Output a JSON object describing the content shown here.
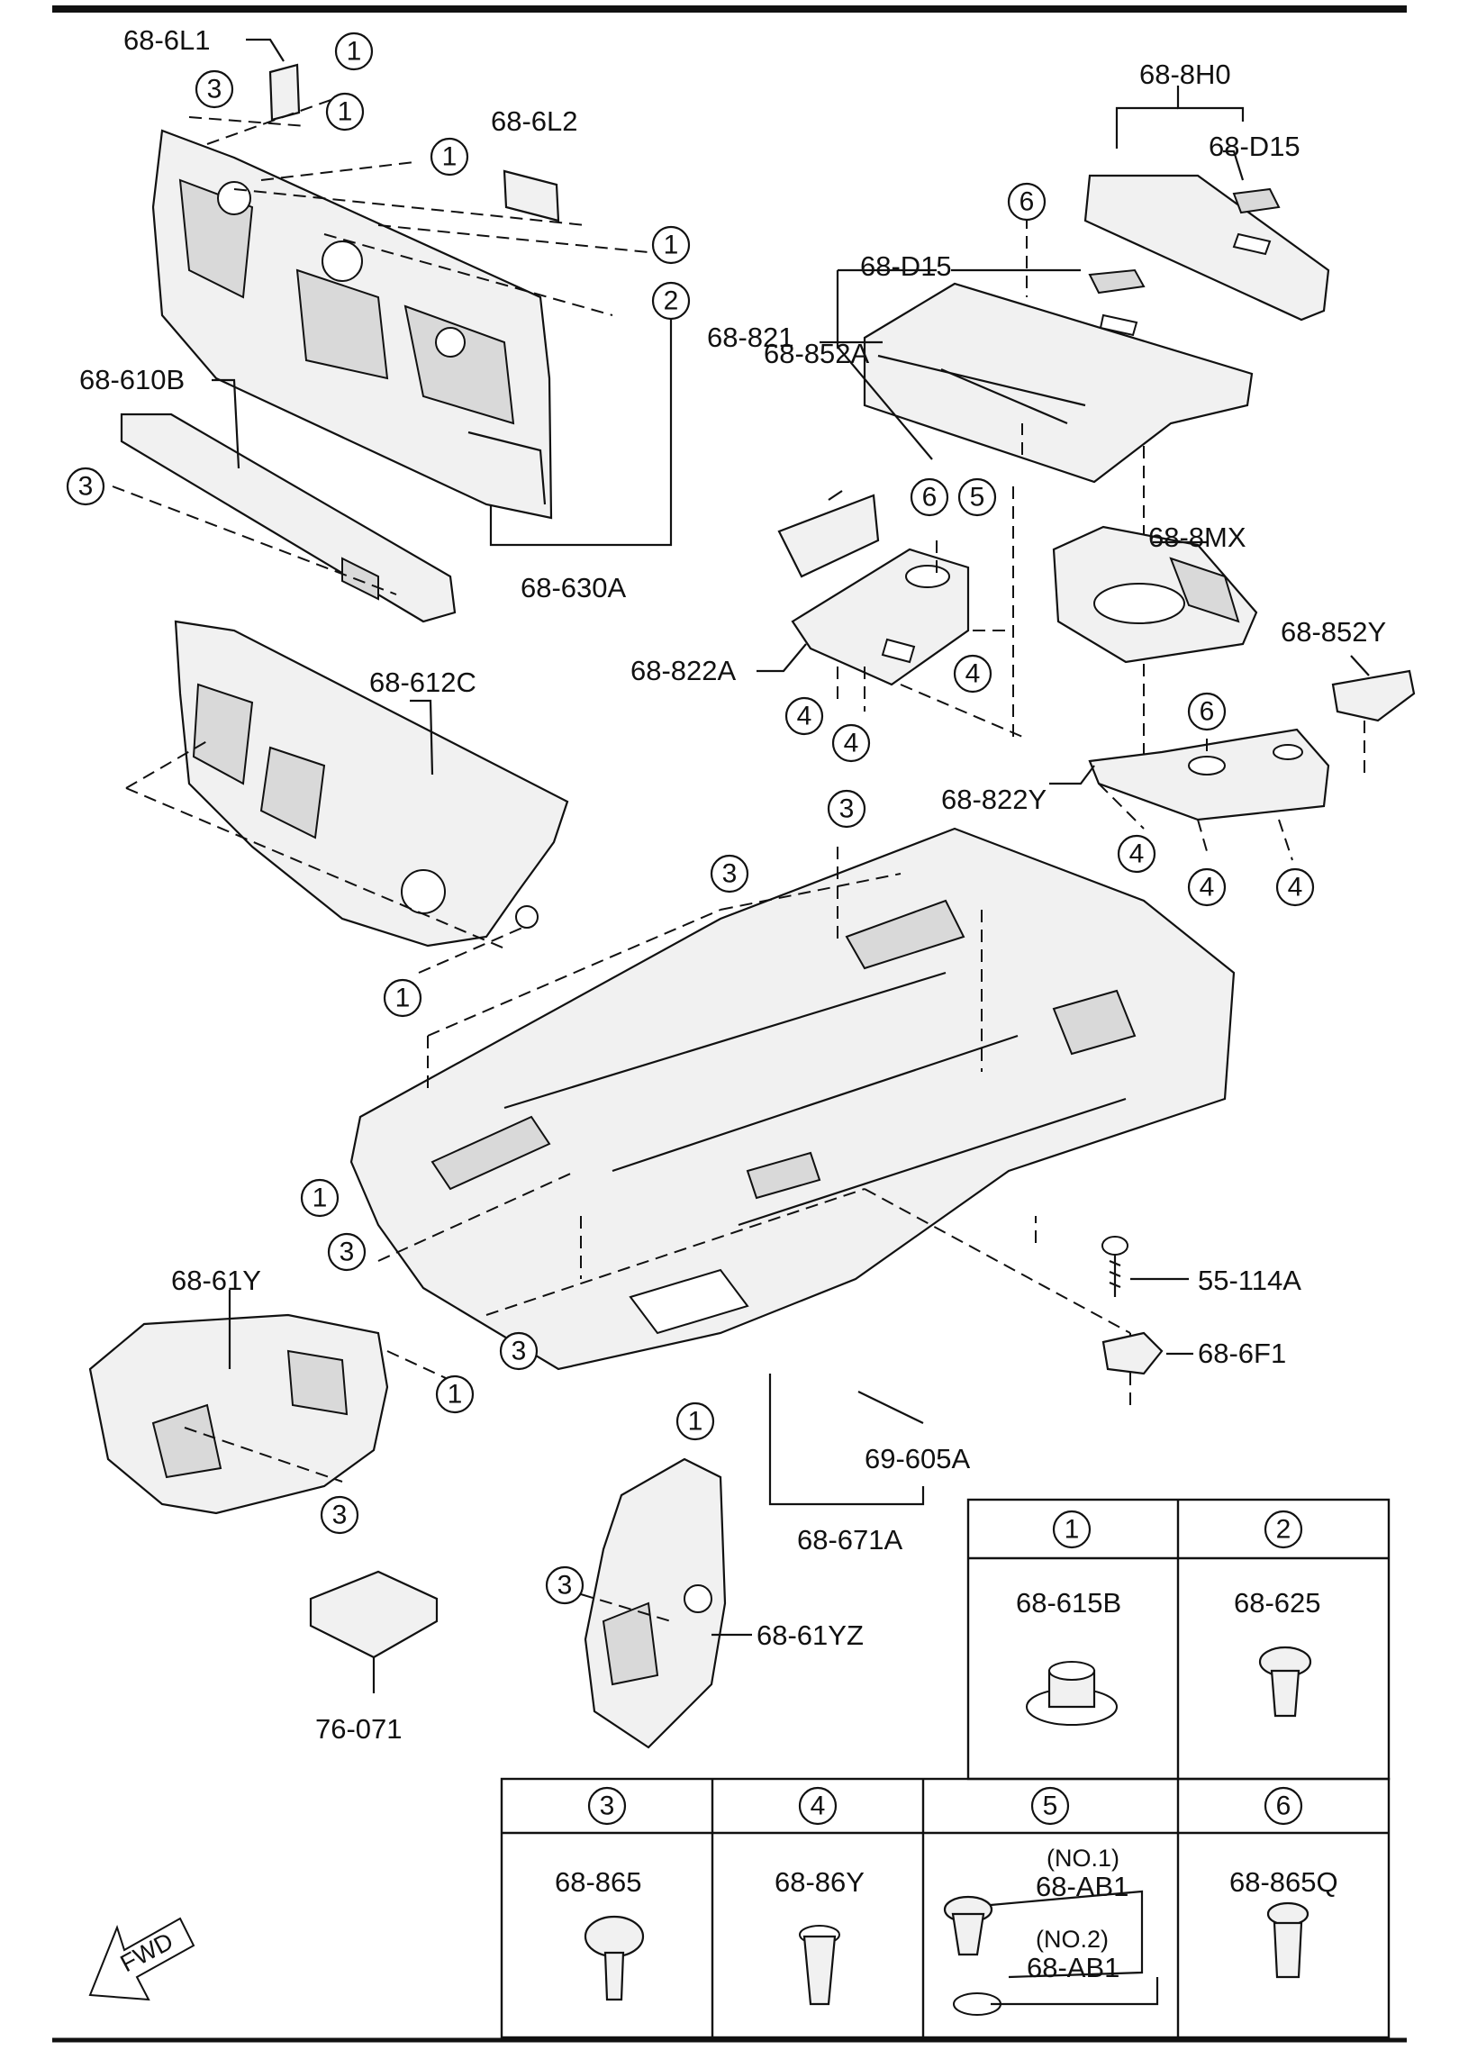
{
  "callouts": {
    "c1": "1",
    "c2": "2",
    "c3": "3",
    "c4": "4",
    "c5": "5",
    "c6": "6"
  },
  "labels": {
    "p_6L1": "68-6L1",
    "p_6L2": "68-6L2",
    "p_8H0": "68-8H0",
    "p_D15a": "68-D15",
    "p_D15b": "68-D15",
    "p_821": "68-821",
    "p_610B": "68-610B",
    "p_630A": "68-630A",
    "p_852A": "68-852A",
    "p_8MX": "68-8MX",
    "p_822A": "68-822A",
    "p_852Y": "68-852Y",
    "p_612C": "68-612C",
    "p_822Y": "68-822Y",
    "p_61Y": "68-61Y",
    "p_55114A": "55-114A",
    "p_6F1": "68-6F1",
    "p_69605A": "69-605A",
    "p_671A": "68-671A",
    "p_61YZ": "68-61YZ",
    "p_76071": "76-071"
  },
  "fasteners": [
    {
      "callout": "1",
      "part": "68-615B"
    },
    {
      "callout": "2",
      "part": "68-625"
    },
    {
      "callout": "3",
      "part": "68-865"
    },
    {
      "callout": "4",
      "part": "68-86Y"
    },
    {
      "callout": "5",
      "part": "",
      "sub": [
        {
          "note": "(NO.1)",
          "part": "68-AB1"
        },
        {
          "note": "(NO.2)",
          "part": "68-AB1"
        }
      ]
    },
    {
      "callout": "6",
      "part": "68-865Q"
    }
  ],
  "fwd": "FWD"
}
